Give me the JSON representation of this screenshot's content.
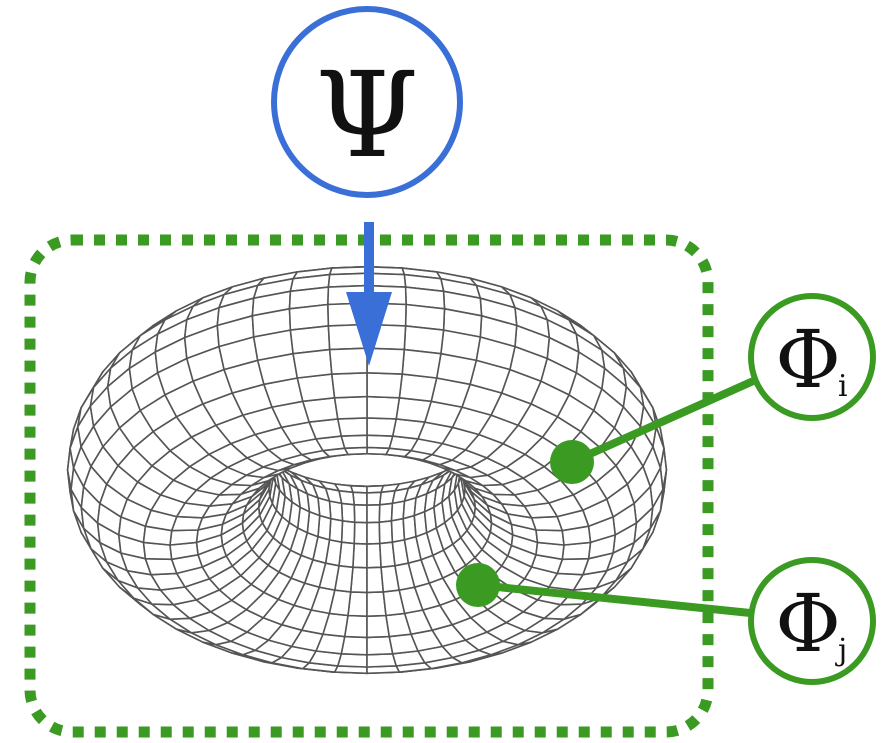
{
  "psi": {
    "symbol": "Ψ",
    "color": "#3a6fd8"
  },
  "phi_i": {
    "symbol": "Φ",
    "subscript": "i",
    "color": "#3a9a22"
  },
  "phi_j": {
    "symbol": "Φ",
    "subscript": "j",
    "color": "#3a9a22"
  },
  "region": {
    "color": "#3a9a22"
  },
  "torus": {
    "mesh_color": "#555555",
    "major_segments": 48,
    "minor_segments": 24
  }
}
